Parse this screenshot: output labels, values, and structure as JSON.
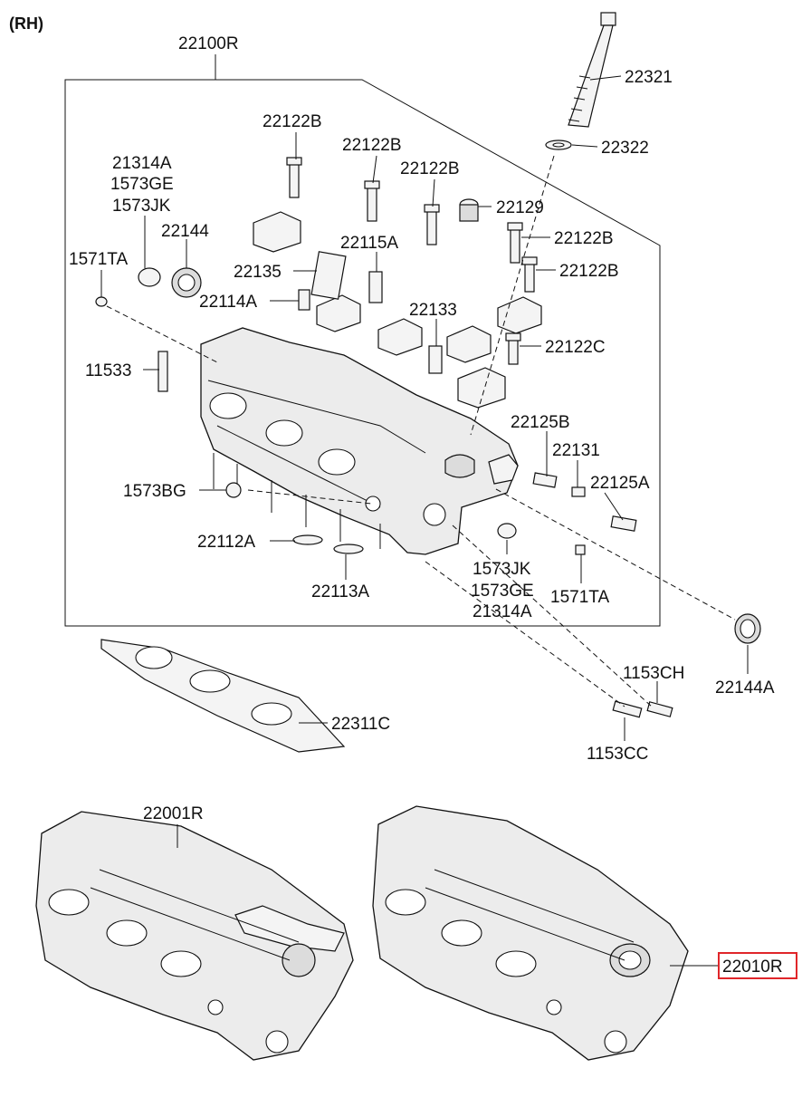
{
  "side_label": "(RH)",
  "assembly_label": "22100R",
  "callouts": {
    "c22321": "22321",
    "c22322": "22322",
    "c22122B_1": "22122B",
    "c22122B_2": "22122B",
    "c22122B_3": "22122B",
    "c22122B_4": "22122B",
    "c22122B_5": "22122B",
    "c22129": "22129",
    "c21314A_top": "21314A",
    "c1573GE_top": "1573GE",
    "c1573JK_top": "1573JK",
    "c22144": "22144",
    "c1571TA_left": "1571TA",
    "c22115A": "22115A",
    "c22135": "22135",
    "c22114A": "22114A",
    "c22133": "22133",
    "c22122C": "22122C",
    "c11533": "11533",
    "c22125B": "22125B",
    "c22131": "22131",
    "c22125A": "22125A",
    "c1573BG": "1573BG",
    "c22112A": "22112A",
    "c22113A": "22113A",
    "c1573JK_bot": "1573JK",
    "c1573GE_bot": "1573GE",
    "c21314A_bot": "21314A",
    "c1571TA_right": "1571TA",
    "c22144A": "22144A",
    "c1153CH": "1153CH",
    "c1153CC": "1153CC",
    "c22311C": "22311C",
    "c22001R": "22001R",
    "c22010R": "22010R"
  },
  "highlight": {
    "part": "22010R",
    "color": "#e0262a"
  }
}
